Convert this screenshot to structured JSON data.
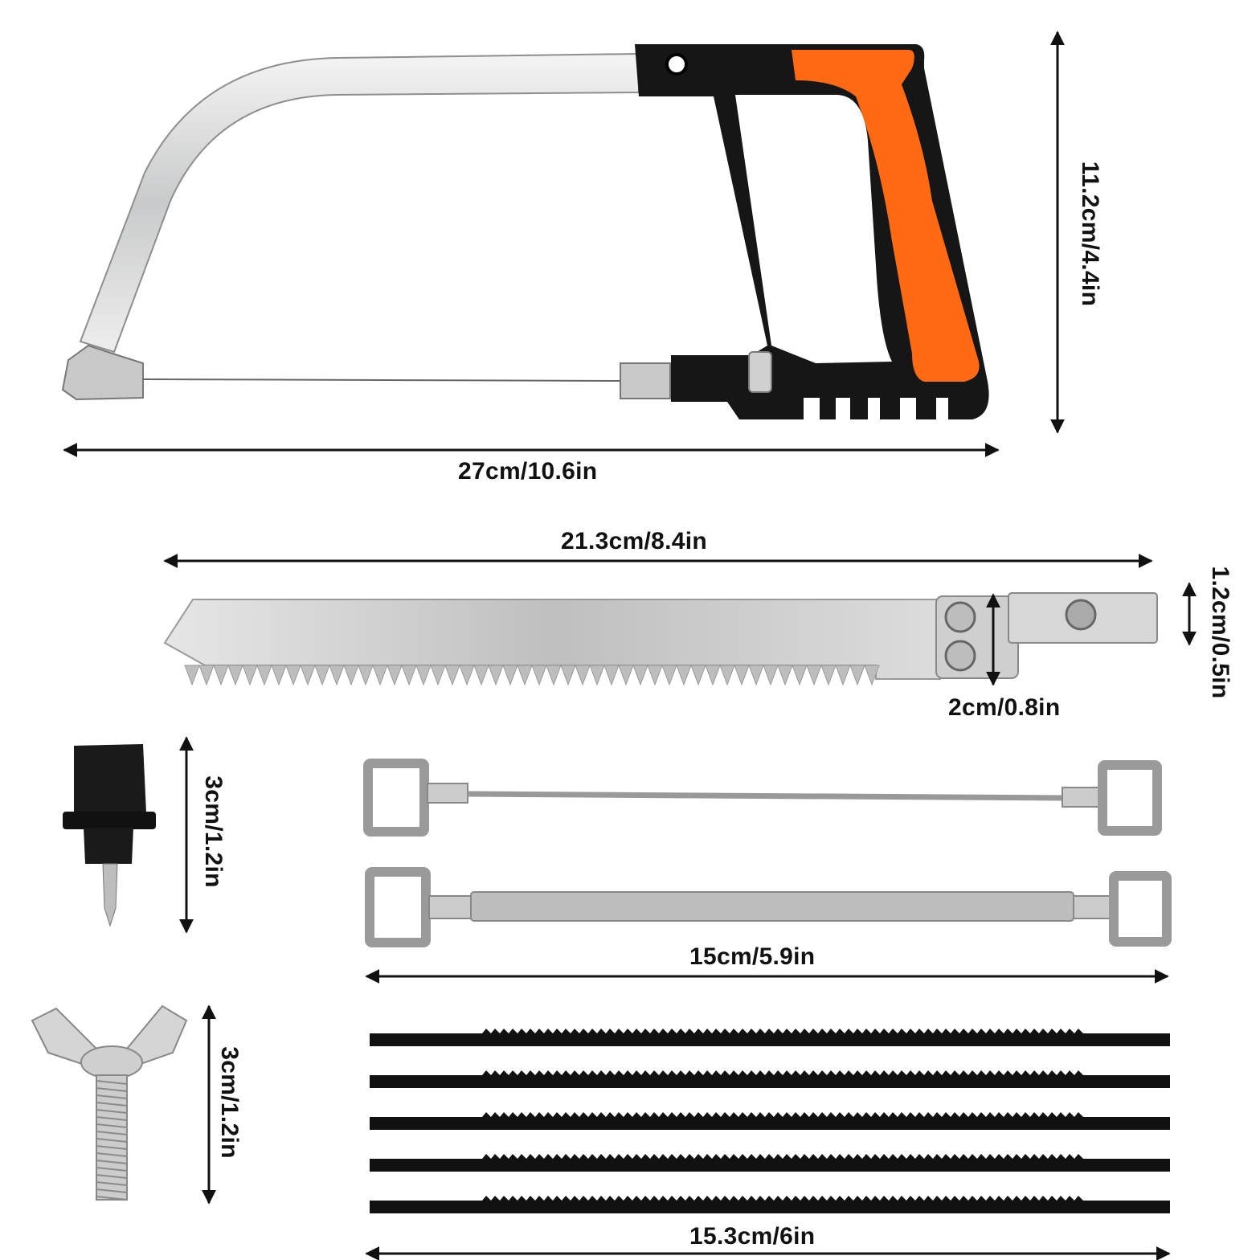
{
  "dimensions": {
    "hacksaw_width": "27cm/10.6in",
    "hacksaw_height": "11.2cm/4.4in",
    "saw_blade_length": "21.3cm/8.4in",
    "saw_blade_height": "2cm/0.8in",
    "saw_blade_tab_height": "1.2cm/0.5in",
    "fitting_height": "3cm/1.2in",
    "rod_length": "15cm/5.9in",
    "wing_bolt_height": "3cm/1.2in",
    "fret_blade_length": "15.3cm/6in"
  },
  "colors": {
    "handle_orange": "#ff6a13",
    "handle_black": "#151515",
    "metal": "#d9dadb",
    "ink": "#111111"
  },
  "fret_blade_count": 5
}
